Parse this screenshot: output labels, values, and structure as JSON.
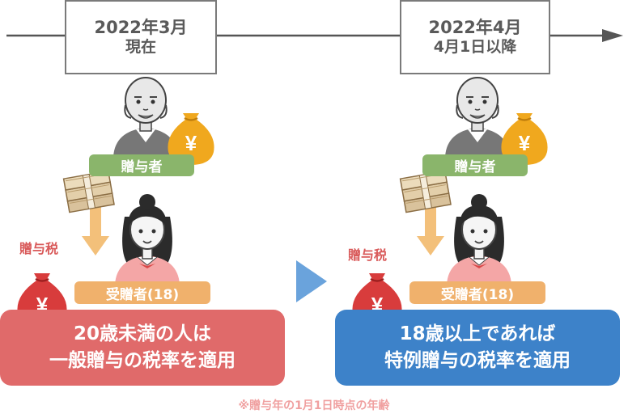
{
  "timeline": {
    "before": {
      "line1": "2022年3月",
      "line2": "現在"
    },
    "after": {
      "line1": "2022年4月",
      "line2": "4月1日以降"
    }
  },
  "left": {
    "giver_label": "贈与者",
    "receiver_label": "受贈者(18)",
    "tax_label": "贈与税",
    "result_line1": "20歳未満の人は",
    "result_line2": "一般贈与の税率を適用"
  },
  "right": {
    "giver_label": "贈与者",
    "receiver_label": "受贈者(18)",
    "tax_label": "贈与税",
    "result_line1": "18歳以上であれば",
    "result_line2": "特例贈与の税率を適用"
  },
  "footnote": "※贈与年の1月1日時点の年齢",
  "icons": {
    "yen_symbol": "¥",
    "giver_moneybag": "money-bag-icon",
    "tax_moneybag": "tax-bag-icon"
  },
  "colors": {
    "timeline": "#555555",
    "giver_pill": "#8ab56b",
    "receiver_pill": "#f0b16c",
    "moneybag_gold": "#f0a81e",
    "tax_bag_red": "#d83c3c",
    "result_left": "#e06a6a",
    "result_right": "#3d82c9",
    "transition_arrow": "#6aa3dc",
    "transfer_arrow": "#f3c07a",
    "footnote": "#f0a0a0"
  }
}
